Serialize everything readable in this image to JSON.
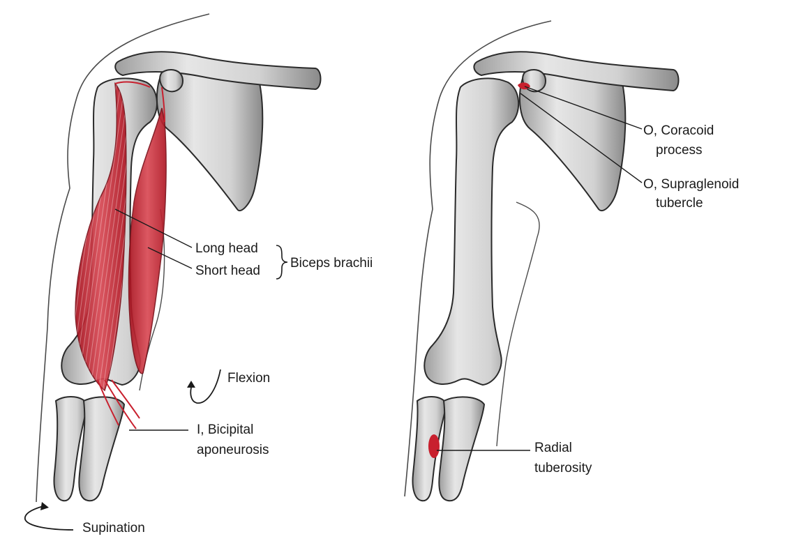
{
  "labels": {
    "long_head": "Long head",
    "short_head": "Short head",
    "biceps_brachii": "Biceps brachii",
    "flexion": "Flexion",
    "bicipital_1": "I, Bicipital",
    "bicipital_2": "aponeurosis",
    "supination": "Supination",
    "coracoid_1": "O, Coracoid",
    "coracoid_2": "process",
    "supraglenoid_1": "O, Supraglenoid",
    "supraglenoid_2": "tubercle",
    "radial_1": "Radial",
    "radial_2": "tuberosity"
  },
  "colors": {
    "muscle": "#c8202e",
    "bone_fill": "#d9d9d9",
    "bone_stroke": "#2a2a2a",
    "skin_outline": "#4a4a4a",
    "leader_line": "#1a1a1a"
  }
}
